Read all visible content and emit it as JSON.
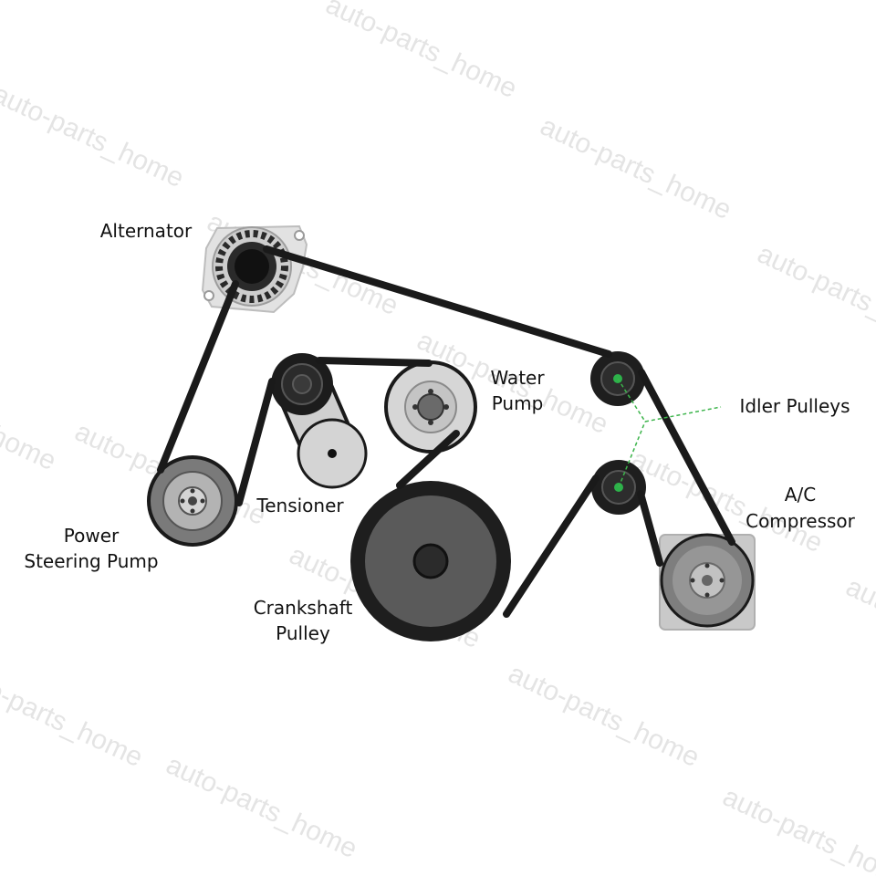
{
  "diagram": {
    "labels": {
      "alternator": "Alternator",
      "water_pump": [
        "Water",
        "Pump"
      ],
      "idler_pulleys": "Idler Pulleys",
      "tensioner": "Tensioner",
      "ac_compressor": [
        "A/C",
        "Compressor"
      ],
      "power_steering_pump": [
        "Power",
        "Steering Pump"
      ],
      "crankshaft_pulley": [
        "Crankshaft",
        "Pulley"
      ]
    },
    "colors": {
      "belt": "#1a1a1a",
      "pulley_dark": "#1c1c1c",
      "pulley_mid": "#4a4a4a",
      "pulley_light": "#d2d2d2",
      "idler_hub": "#2db24a",
      "leader_line": "#3cb44b"
    }
  },
  "watermark": {
    "text": "auto-parts_home"
  }
}
